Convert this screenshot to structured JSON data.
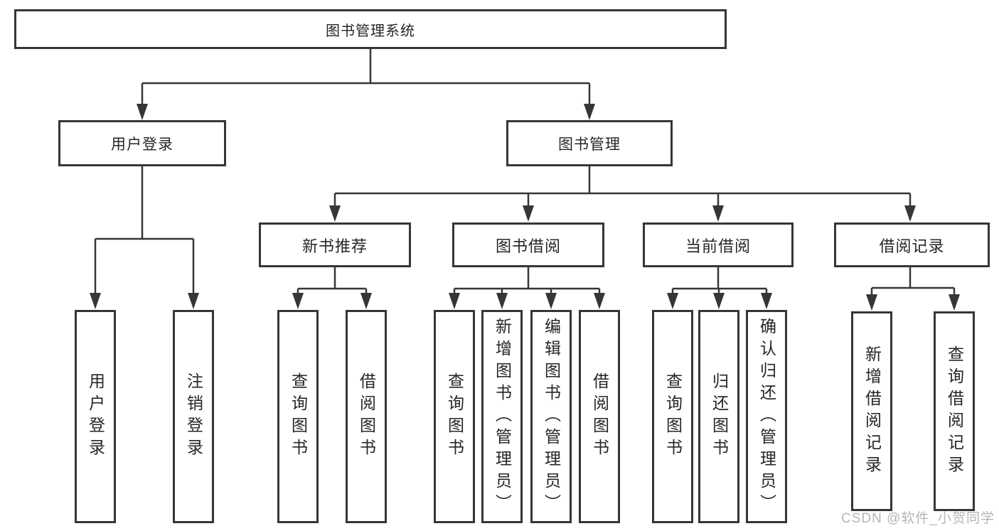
{
  "watermark": {
    "text": "CSDN @软件_小贺同学"
  },
  "colors": {
    "line": "#363636",
    "box_border": "#363636",
    "text": "#262626",
    "watermark": "#b5b5b5",
    "background": "#ffffff"
  },
  "tree": {
    "label": "图书管理系统",
    "children": [
      {
        "label": "用户登录",
        "children": [
          {
            "label": "用户登录"
          },
          {
            "label": "注销登录"
          }
        ]
      },
      {
        "label": "图书管理",
        "children": [
          {
            "label": "新书推荐",
            "children": [
              {
                "label": "查询图书"
              },
              {
                "label": "借阅图书"
              }
            ]
          },
          {
            "label": "图书借阅",
            "children": [
              {
                "label": "查询图书"
              },
              {
                "label": "新增图书（管理员）"
              },
              {
                "label": "编辑图书（管理员）"
              },
              {
                "label": "借阅图书"
              }
            ]
          },
          {
            "label": "当前借阅",
            "children": [
              {
                "label": "查询图书"
              },
              {
                "label": "归还图书"
              },
              {
                "label": "确认归还（管理员）"
              }
            ]
          },
          {
            "label": "借阅记录",
            "children": [
              {
                "label": "新增借阅记录"
              },
              {
                "label": "查询借阅记录"
              }
            ]
          }
        ]
      }
    ]
  }
}
